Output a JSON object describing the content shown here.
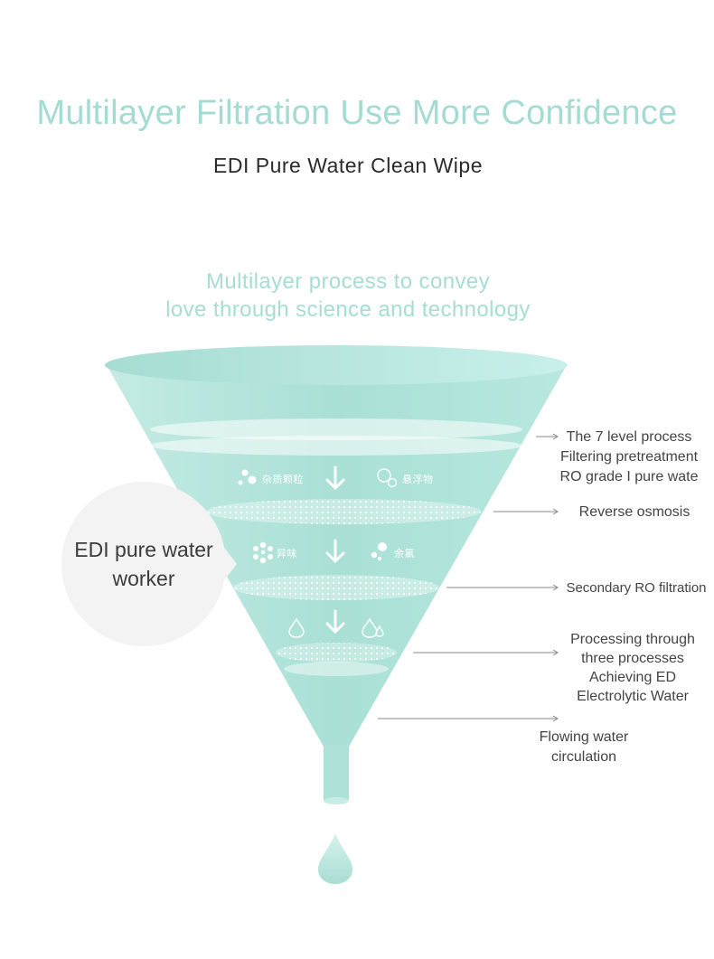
{
  "header": {
    "title": "Multilayer Filtration Use More Confidence",
    "subtitle": "EDI Pure Water Clean Wipe"
  },
  "tagline": {
    "line1": "Multilayer process to convey",
    "line2": "love through science and technology"
  },
  "bubble": {
    "line1": "EDI pure water",
    "line2": "worker"
  },
  "funnel": {
    "stage1": {
      "left_label": "杂质颗粒",
      "right_label": "悬浮物",
      "left_icon": "particles-icon",
      "right_icon": "bubbles-icon"
    },
    "stage2": {
      "left_label": "异味",
      "right_label": "余氯",
      "left_icon": "snowflake-icon",
      "right_icon": "gear-icon"
    },
    "stage3": {
      "left_icon": "droplet-icon",
      "right_icon": "double-droplet-icon"
    }
  },
  "annotations": {
    "a1": [
      "The 7 level process",
      "Filtering pretreatment",
      "RO grade I pure wate"
    ],
    "a2": "Reverse osmosis",
    "a3": "Secondary RO filtration",
    "a4": [
      "Processing through",
      "three processes",
      "Achieving ED",
      "Electrolytic Water"
    ],
    "a5": [
      "Flowing water",
      "circulation"
    ]
  },
  "colors": {
    "funnel": "#aee2d8",
    "funnel_light": "#d4f1ec",
    "title": "#a4dcd3",
    "bubble": "#f3f3f3"
  }
}
